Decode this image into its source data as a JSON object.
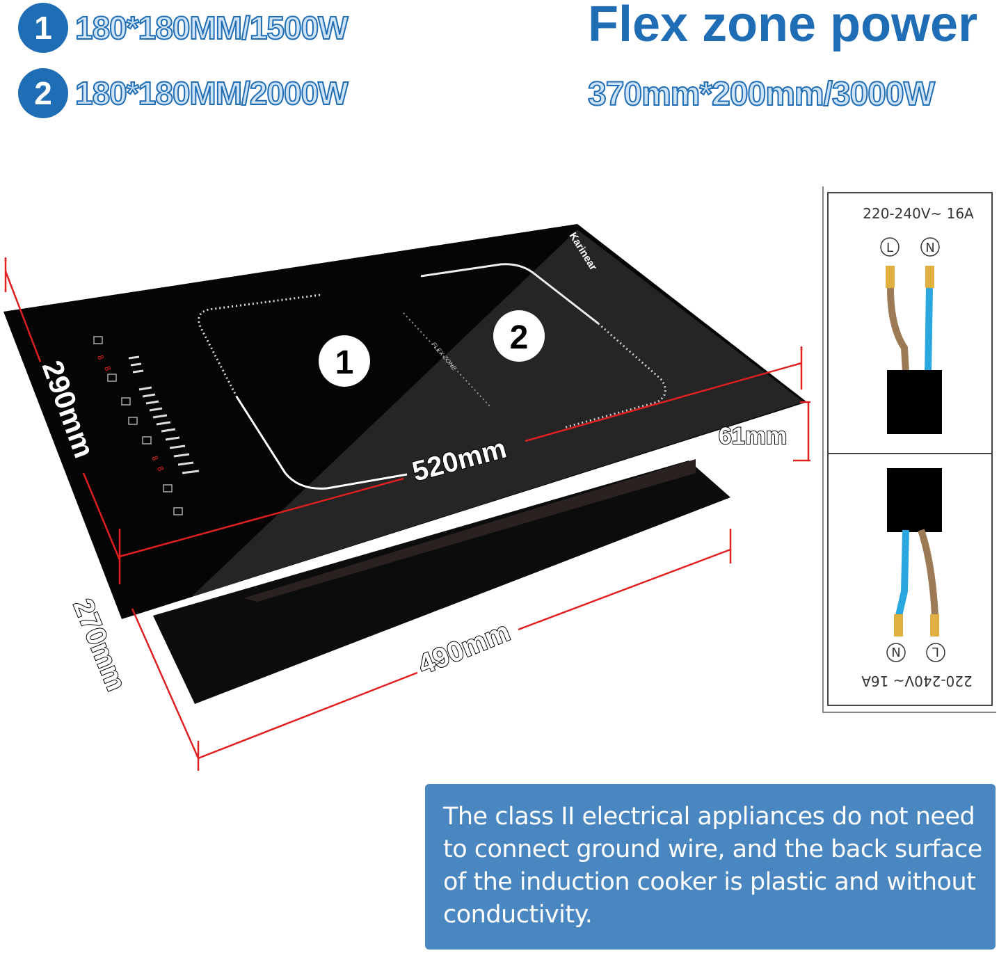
{
  "specs": [
    {
      "number": "1",
      "text": "180*180MM/1500W"
    },
    {
      "number": "2",
      "text": "180*180MM/2000W"
    }
  ],
  "flex_zone": {
    "title": "Flex zone power",
    "spec": "370mm*200mm/3000W"
  },
  "cooktop": {
    "brand": "Karinear",
    "flex_label": "FLEX ZONE",
    "zone_labels": [
      "1",
      "2"
    ],
    "display_digits": [
      "8",
      "8",
      "8",
      "8"
    ]
  },
  "dimensions": {
    "depth_top": "290mm",
    "width_top": "520mm",
    "height": "61mm",
    "depth_cutout": "270mm",
    "width_cutout": "490mm"
  },
  "wiring": {
    "top": {
      "rating": "220-240V~ 16A",
      "terminals": [
        "L",
        "N"
      ]
    },
    "bottom": {
      "rating": "220-240V~ 16A",
      "terminals": [
        "N",
        "L"
      ]
    }
  },
  "note": "The class II electrical appliances do not need to connect ground wire, and the back surface of the induction cooker is plastic and without conductivity.",
  "colors": {
    "accent": "#1f6db5",
    "note_bg": "#4a86c0",
    "dimension": "#e02020",
    "live_wire": "#9c7a55",
    "neutral_wire": "#2aa7de"
  }
}
